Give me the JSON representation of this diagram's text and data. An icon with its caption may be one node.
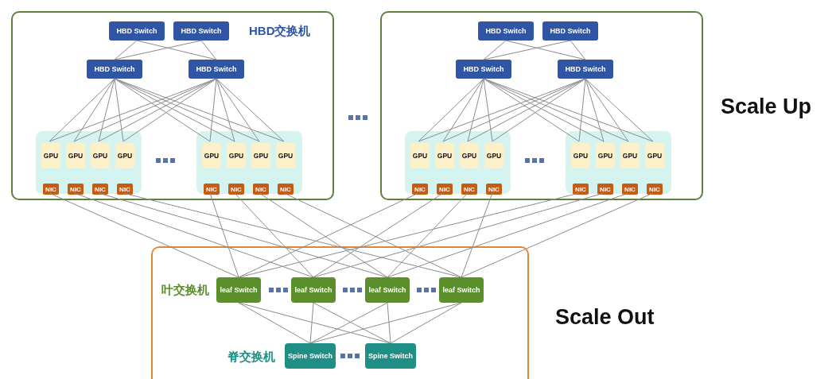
{
  "diagram": {
    "nodes": [
      {
        "text": [],
        "shape": "box"
      },
      {
        "text": [
          "HBD Switch"
        ],
        "in": 0
      },
      {
        "text": [
          "HBD Switch"
        ],
        "in": 0
      },
      {
        "text": [
          "HBD Switch"
        ],
        "in": 0
      },
      {
        "text": [
          "HBD Switch"
        ],
        "in": 0
      },
      {
        "text": [],
        "shape": "box",
        "in": 0
      },
      {
        "text": [
          "GPU"
        ],
        "in": 5
      },
      {
        "text": [
          "GPU"
        ],
        "in": 5
      },
      {
        "text": [
          "GPU"
        ],
        "in": 5
      },
      {
        "text": [
          "GPU"
        ],
        "in": 5
      },
      {
        "text": [
          "NIC"
        ],
        "in": 5
      },
      {
        "text": [
          "NIC"
        ],
        "in": 5
      },
      {
        "text": [
          "NIC"
        ],
        "in": 5
      },
      {
        "text": [
          "NIC"
        ],
        "in": 5
      },
      {
        "text": [],
        "shape": "box",
        "in": 0
      },
      {
        "text": [
          "GPU"
        ],
        "in": 14
      },
      {
        "text": [
          "GPU"
        ],
        "in": 14
      },
      {
        "text": [
          "GPU"
        ],
        "in": 14
      },
      {
        "text": [
          "GPU"
        ],
        "in": 14
      },
      {
        "text": [
          "NIC"
        ],
        "in": 14
      },
      {
        "text": [
          "NIC"
        ],
        "in": 14
      },
      {
        "text": [
          "NIC"
        ],
        "in": 14
      },
      {
        "text": [
          "NIC"
        ],
        "in": 14
      },
      {
        "text": [],
        "shape": "box"
      },
      {
        "text": [
          "HBD Switch"
        ],
        "in": 23
      },
      {
        "text": [
          "HBD Switch"
        ],
        "in": 23
      },
      {
        "text": [
          "HBD Switch"
        ],
        "in": 23
      },
      {
        "text": [
          "HBD Switch"
        ],
        "in": 23
      },
      {
        "text": [],
        "shape": "box",
        "in": 23
      },
      {
        "text": [
          "GPU"
        ],
        "in": 28
      },
      {
        "text": [
          "GPU"
        ],
        "in": 28
      },
      {
        "text": [
          "GPU"
        ],
        "in": 28
      },
      {
        "text": [
          "GPU"
        ],
        "in": 28
      },
      {
        "text": [
          "NIC"
        ],
        "in": 28
      },
      {
        "text": [
          "NIC"
        ],
        "in": 28
      },
      {
        "text": [
          "NIC"
        ],
        "in": 28
      },
      {
        "text": [
          "NIC"
        ],
        "in": 28
      },
      {
        "text": [],
        "shape": "box",
        "in": 23
      },
      {
        "text": [
          "GPU"
        ],
        "in": 37
      },
      {
        "text": [
          "GPU"
        ],
        "in": 37
      },
      {
        "text": [
          "GPU"
        ],
        "in": 37
      },
      {
        "text": [
          "GPU"
        ],
        "in": 37
      },
      {
        "text": [
          "NIC"
        ],
        "in": 37
      },
      {
        "text": [
          "NIC"
        ],
        "in": 37
      },
      {
        "text": [
          "NIC"
        ],
        "in": 37
      },
      {
        "text": [
          "NIC"
        ],
        "in": 37
      },
      {
        "text": [],
        "shape": "box"
      },
      {
        "text": [
          "leaf Switch"
        ],
        "in": 46
      },
      {
        "text": [
          "leaf Switch"
        ],
        "in": 46
      },
      {
        "text": [
          "leaf Switch"
        ],
        "in": 46
      },
      {
        "text": [
          "leaf Switch"
        ],
        "in": 46
      },
      {
        "text": [
          "Spine Switch"
        ],
        "in": 46
      },
      {
        "text": [
          "Spine Switch"
        ],
        "in": 46
      }
    ],
    "edges": [
      {
        "from": 1,
        "to": 3,
        "arrow": "none"
      },
      {
        "from": 1,
        "to": 4,
        "arrow": "none"
      },
      {
        "from": 2,
        "to": 3,
        "arrow": "none"
      },
      {
        "from": 2,
        "to": 4,
        "arrow": "none"
      },
      {
        "from": 3,
        "to": 6,
        "arrow": "none"
      },
      {
        "from": 3,
        "to": 7,
        "arrow": "none"
      },
      {
        "from": 3,
        "to": 8,
        "arrow": "none"
      },
      {
        "from": 3,
        "to": 9,
        "arrow": "none"
      },
      {
        "from": 3,
        "to": 15,
        "arrow": "none"
      },
      {
        "from": 3,
        "to": 16,
        "arrow": "none"
      },
      {
        "from": 3,
        "to": 17,
        "arrow": "none"
      },
      {
        "from": 3,
        "to": 18,
        "arrow": "none"
      },
      {
        "from": 4,
        "to": 6,
        "arrow": "none"
      },
      {
        "from": 4,
        "to": 7,
        "arrow": "none"
      },
      {
        "from": 4,
        "to": 8,
        "arrow": "none"
      },
      {
        "from": 4,
        "to": 9,
        "arrow": "none"
      },
      {
        "from": 4,
        "to": 15,
        "arrow": "none"
      },
      {
        "from": 4,
        "to": 16,
        "arrow": "none"
      },
      {
        "from": 4,
        "to": 17,
        "arrow": "none"
      },
      {
        "from": 4,
        "to": 18,
        "arrow": "none"
      },
      {
        "from": 24,
        "to": 26,
        "arrow": "none"
      },
      {
        "from": 24,
        "to": 27,
        "arrow": "none"
      },
      {
        "from": 25,
        "to": 26,
        "arrow": "none"
      },
      {
        "from": 25,
        "to": 27,
        "arrow": "none"
      },
      {
        "from": 26,
        "to": 29,
        "arrow": "none"
      },
      {
        "from": 26,
        "to": 30,
        "arrow": "none"
      },
      {
        "from": 26,
        "to": 31,
        "arrow": "none"
      },
      {
        "from": 26,
        "to": 32,
        "arrow": "none"
      },
      {
        "from": 26,
        "to": 38,
        "arrow": "none"
      },
      {
        "from": 26,
        "to": 39,
        "arrow": "none"
      },
      {
        "from": 26,
        "to": 40,
        "arrow": "none"
      },
      {
        "from": 26,
        "to": 41,
        "arrow": "none"
      },
      {
        "from": 27,
        "to": 29,
        "arrow": "none"
      },
      {
        "from": 27,
        "to": 30,
        "arrow": "none"
      },
      {
        "from": 27,
        "to": 31,
        "arrow": "none"
      },
      {
        "from": 27,
        "to": 32,
        "arrow": "none"
      },
      {
        "from": 27,
        "to": 38,
        "arrow": "none"
      },
      {
        "from": 27,
        "to": 39,
        "arrow": "none"
      },
      {
        "from": 27,
        "to": 40,
        "arrow": "none"
      },
      {
        "from": 27,
        "to": 41,
        "arrow": "none"
      },
      {
        "from": 10,
        "to": 47,
        "arrow": "none"
      },
      {
        "from": 11,
        "to": 48,
        "arrow": "none"
      },
      {
        "from": 12,
        "to": 49,
        "arrow": "none"
      },
      {
        "from": 13,
        "to": 50,
        "arrow": "none"
      },
      {
        "from": 19,
        "to": 47,
        "arrow": "none"
      },
      {
        "from": 20,
        "to": 48,
        "arrow": "none"
      },
      {
        "from": 21,
        "to": 49,
        "arrow": "none"
      },
      {
        "from": 22,
        "to": 50,
        "arrow": "none"
      },
      {
        "from": 33,
        "to": 47,
        "arrow": "none"
      },
      {
        "from": 34,
        "to": 48,
        "arrow": "none"
      },
      {
        "from": 35,
        "to": 49,
        "arrow": "none"
      },
      {
        "from": 36,
        "to": 50,
        "arrow": "none"
      },
      {
        "from": 42,
        "to": 47,
        "arrow": "none"
      },
      {
        "from": 43,
        "to": 48,
        "arrow": "none"
      },
      {
        "from": 44,
        "to": 49,
        "arrow": "none"
      },
      {
        "from": 45,
        "to": 50,
        "arrow": "none"
      },
      {
        "from": 47,
        "to": 51,
        "arrow": "none"
      },
      {
        "from": 47,
        "to": 52,
        "arrow": "none"
      },
      {
        "from": 48,
        "to": 51,
        "arrow": "none"
      },
      {
        "from": 48,
        "to": 52,
        "arrow": "none"
      },
      {
        "from": 49,
        "to": 51,
        "arrow": "none"
      },
      {
        "from": 49,
        "to": 52,
        "arrow": "none"
      },
      {
        "from": 50,
        "to": 51,
        "arrow": "none"
      },
      {
        "from": 50,
        "to": 52,
        "arrow": "none"
      }
    ],
    "labels": [
      "HBD交换机",
      "Scale Up",
      "叶交换机",
      "Scale Out",
      "脊交换机"
    ]
  }
}
